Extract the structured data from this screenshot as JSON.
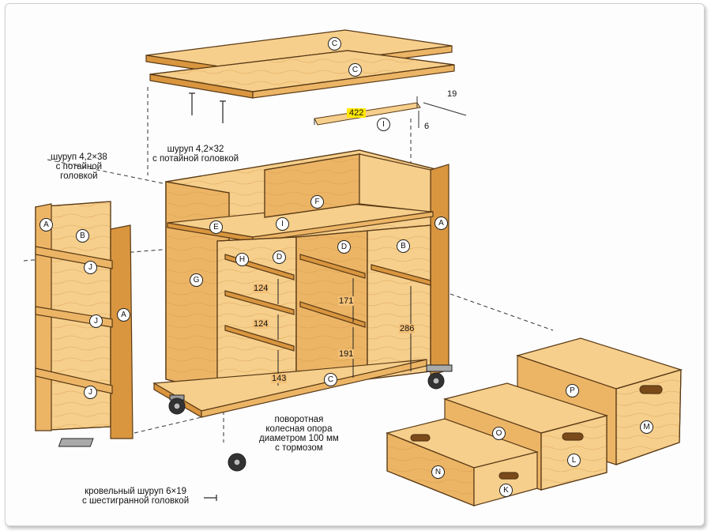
{
  "colors": {
    "wood_light": "#f6cf8c",
    "wood_mid": "#ecb566",
    "wood_dark": "#d9963f",
    "outline": "#5a3a16",
    "highlight": "#ffe800"
  },
  "notes": {
    "screw_side": [
      "шуруп 4,2×38",
      "с потайной",
      "головкой"
    ],
    "screw_top": [
      "шуруп 4,2×32",
      "с потайной головкой"
    ],
    "caster": [
      "поворотная",
      "колесная опора",
      "диаметром 100 мм",
      "с тормозом"
    ],
    "roof_screw": [
      "кровельный шуруп 6×19",
      "с шестигранной головкой"
    ]
  },
  "dimensions": {
    "strip_length": "422",
    "strip_width": "19",
    "strip_thickness": "6",
    "gap_1": "124",
    "gap_2": "124",
    "gap_3": "143",
    "mid_upper": "171",
    "mid_lower": "191",
    "right_gap": "286"
  },
  "part_labels": {
    "top_upper": "C",
    "top_lower": "C",
    "strip": "I",
    "side_a_left": "A",
    "side_b_left": "B",
    "rail_j1": "J",
    "rail_j2": "J",
    "rail_j3": "J",
    "side_a_left_front": "A",
    "side_a_right": "A",
    "divider_f": "F",
    "shelf_e": "E",
    "strip_i_mounted": "I",
    "panel_g": "G",
    "cleat_h": "H",
    "divider_d1": "D",
    "divider_d2": "D",
    "side_b_right": "B",
    "bottom_c": "C",
    "drawer_p": "P",
    "drawer_m": "M",
    "drawer_o": "O",
    "drawer_l": "L",
    "drawer_n": "N",
    "drawer_k": "K"
  }
}
